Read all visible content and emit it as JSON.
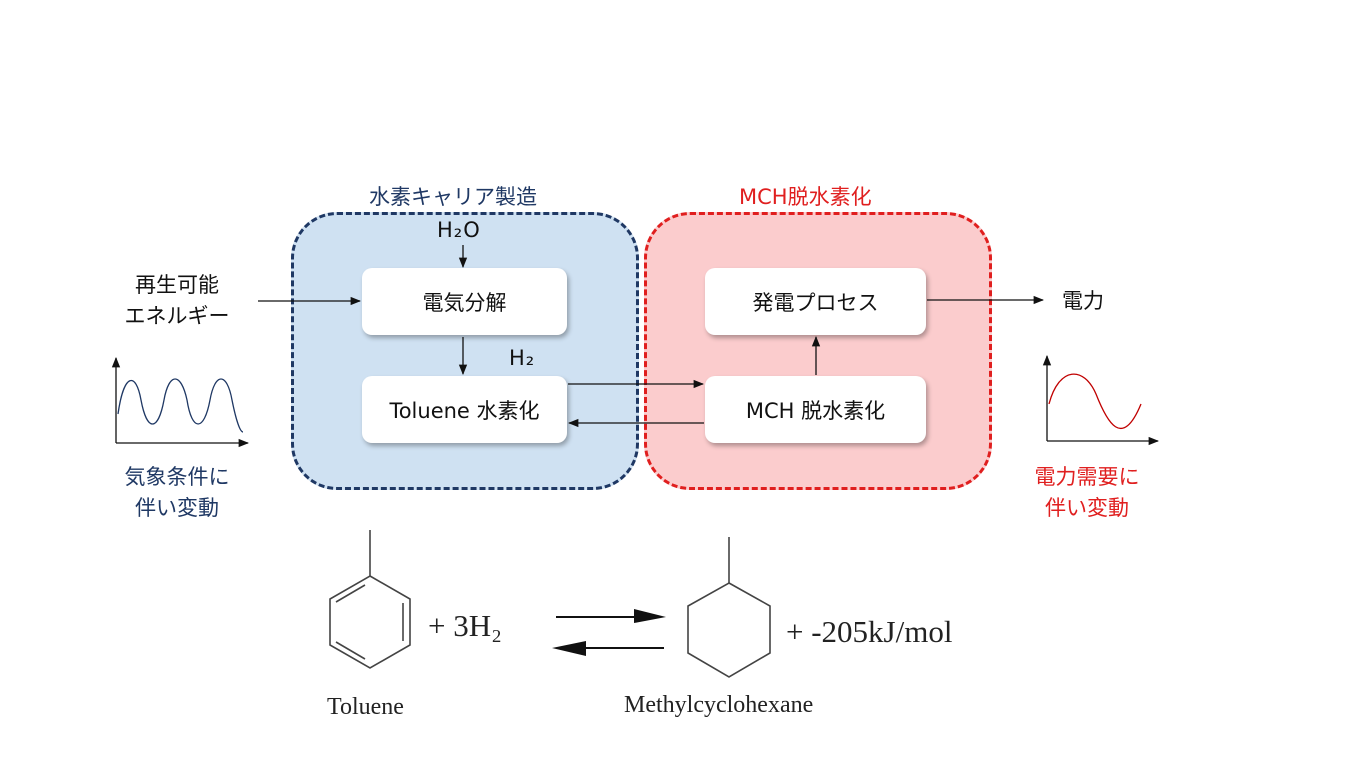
{
  "groups": {
    "production": {
      "title": "水素キャリア製造",
      "color": "#1f3864",
      "fill": "#cfe1f2"
    },
    "dehydrogenation": {
      "title": "MCH脱水素化",
      "color": "#e01f1f",
      "fill": "#fbcccd"
    }
  },
  "inputs": {
    "water": {
      "label": "H₂O"
    },
    "hydrogen": {
      "label": "H₂"
    }
  },
  "boxes": {
    "electrolysis": "電気分解",
    "toluene_hydrogenation": "Toluene 水素化",
    "power_generation": "発電プロセス",
    "mch_dehydrogenation": "MCH 脱水素化"
  },
  "left": {
    "source_line1": "再生可能",
    "source_line2": "エネルギー",
    "note_line1": "気象条件に",
    "note_line2": "伴い変動",
    "note_color": "#1f3864"
  },
  "right": {
    "output": "電力",
    "note_line1": "電力需要に",
    "note_line2": "伴い変動",
    "note_color": "#e01f1f"
  },
  "reaction": {
    "plus_h2": "+ 3H₂",
    "plus_energy": "+ -205kJ/mol",
    "reactant_name": "Toluene",
    "product_name": "Methylcyclohexane"
  }
}
